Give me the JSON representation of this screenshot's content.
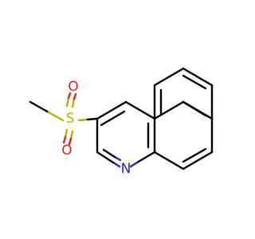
{
  "molecule": {
    "atoms": {
      "s": {
        "symbol": "S",
        "color": "#b4b400"
      },
      "o_upper": {
        "symbol": "O",
        "color": "#e61e1e"
      },
      "o_lower": {
        "symbol": "O",
        "color": "#e61e1e"
      },
      "n": {
        "symbol": "N",
        "color": "#1e1ee6"
      }
    }
  }
}
